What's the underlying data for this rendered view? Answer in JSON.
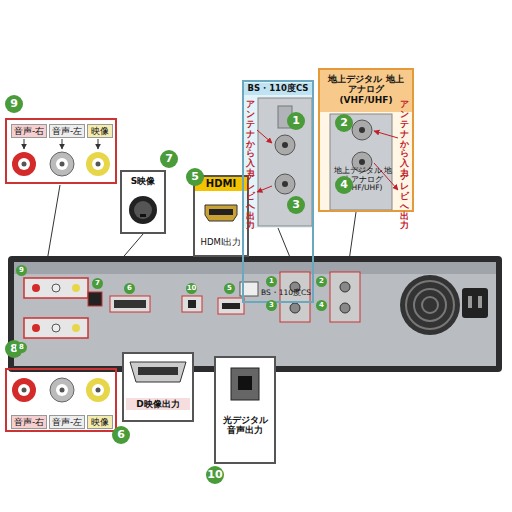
{
  "diagram": {
    "nodes": [
      {
        "text": [
          "音声-右",
          "音声-左",
          "映像"
        ]
      },
      {
        "text": [
          "S映像"
        ]
      },
      {
        "text": [
          "HDMI",
          "HDMI出力"
        ]
      },
      {
        "text": [
          "BS・110度CS",
          "BS・110度CS"
        ]
      },
      {
        "text": [
          "地上デジタル 地上アナログ (VHF/UHF)",
          "地上デジタル 地上アナログ (VHF/UHF)"
        ]
      },
      {
        "text": [
          "音声-右",
          "音声-左",
          "映像"
        ]
      },
      {
        "text": [
          "D映像出力"
        ]
      },
      {
        "text": [
          "光デジタル 音声出力"
        ]
      }
    ],
    "labels": [
      "9",
      "7",
      "5",
      "1",
      "3",
      "2",
      "4",
      "8",
      "6",
      "10",
      "アンテナから入力",
      "テレビへ出力",
      "アンテナから入力",
      "テレビへ出力",
      "9",
      "8",
      "7",
      "6",
      "10",
      "5",
      "1",
      "3",
      "2",
      "4"
    ]
  }
}
